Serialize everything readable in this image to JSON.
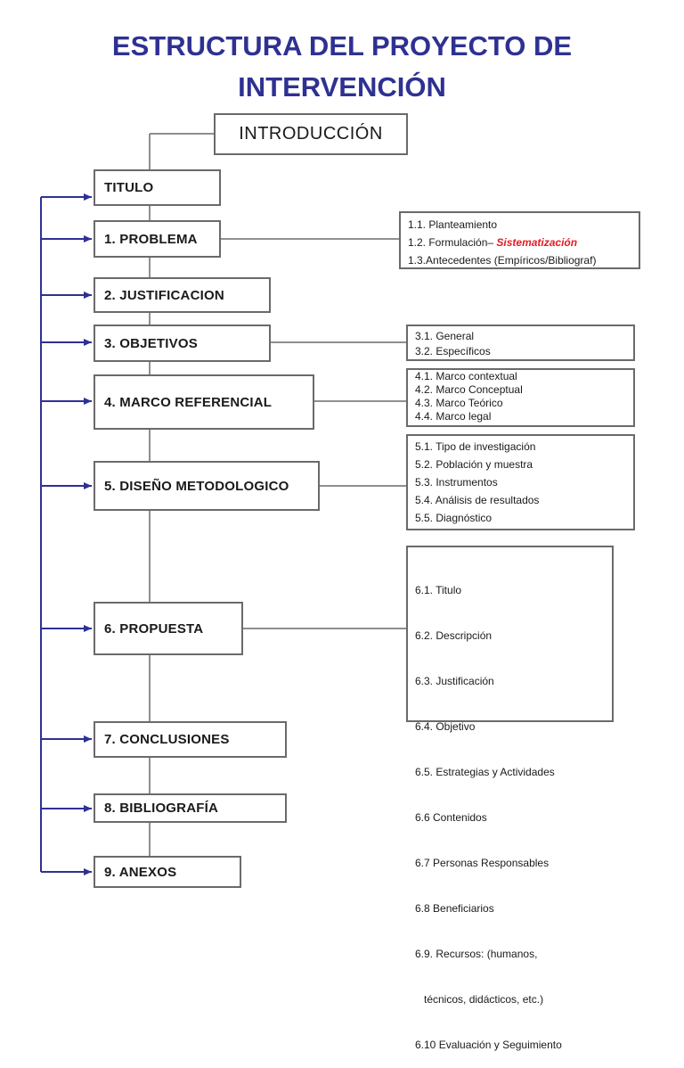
{
  "header": {
    "title_line1": "ESTRUCTURA DEL PROYECTO DE",
    "title_line2": "INTERVENCIÓN"
  },
  "colors": {
    "title": "#2e3192",
    "arrows": "#2e3192",
    "box_border": "#6a6a6a",
    "highlight": "#e31b23"
  },
  "sections": {
    "intro": "INTRODUCCIÓN",
    "titulo": "TITULO",
    "problema": "1. PROBLEMA",
    "justificacion": "2. JUSTIFICACION",
    "objetivos": "3. OBJETIVOS",
    "marco": "4. MARCO  REFERENCIAL",
    "diseno": "5. DISEÑO METODOLOGICO",
    "propuesta": "6. PROPUESTA",
    "conclusiones": "7. CONCLUSIONES",
    "bibliografia": "8. BIBLIOGRAFÍA",
    "anexos": "9. ANEXOS"
  },
  "details": {
    "problema": {
      "item1": "1.1. Planteamiento",
      "item2_prefix": "1.2. Formulación– ",
      "item2_highlight": "Sistematización",
      "item3": "1.3.Antecedentes (Empíricos/Bibliograf)"
    },
    "objetivos": [
      "3.1. General",
      "3.2. Específicos"
    ],
    "marco": [
      "4.1. Marco contextual",
      "4.2. Marco Conceptual",
      "4.3. Marco Teórico",
      "4.4. Marco legal"
    ],
    "diseno": [
      "5.1. Tipo de investigación",
      "5.2. Población y muestra",
      "5.3. Instrumentos",
      "5.4. Análisis de resultados",
      "5.5. Diagnóstico"
    ],
    "propuesta": [
      "6.1.  Titulo",
      "6.2.   Descripción",
      "6.3.  Justificación",
      "6.4.  Objetivo",
      "6.5.  Estrategias y Actividades",
      "6.6   Contenidos",
      "6.7   Personas Responsables",
      "6.8   Beneficiarios",
      "6.9.  Recursos: (humanos,",
      "   técnicos, didácticos, etc.)",
      "6.10 Evaluación y Seguimiento"
    ]
  }
}
